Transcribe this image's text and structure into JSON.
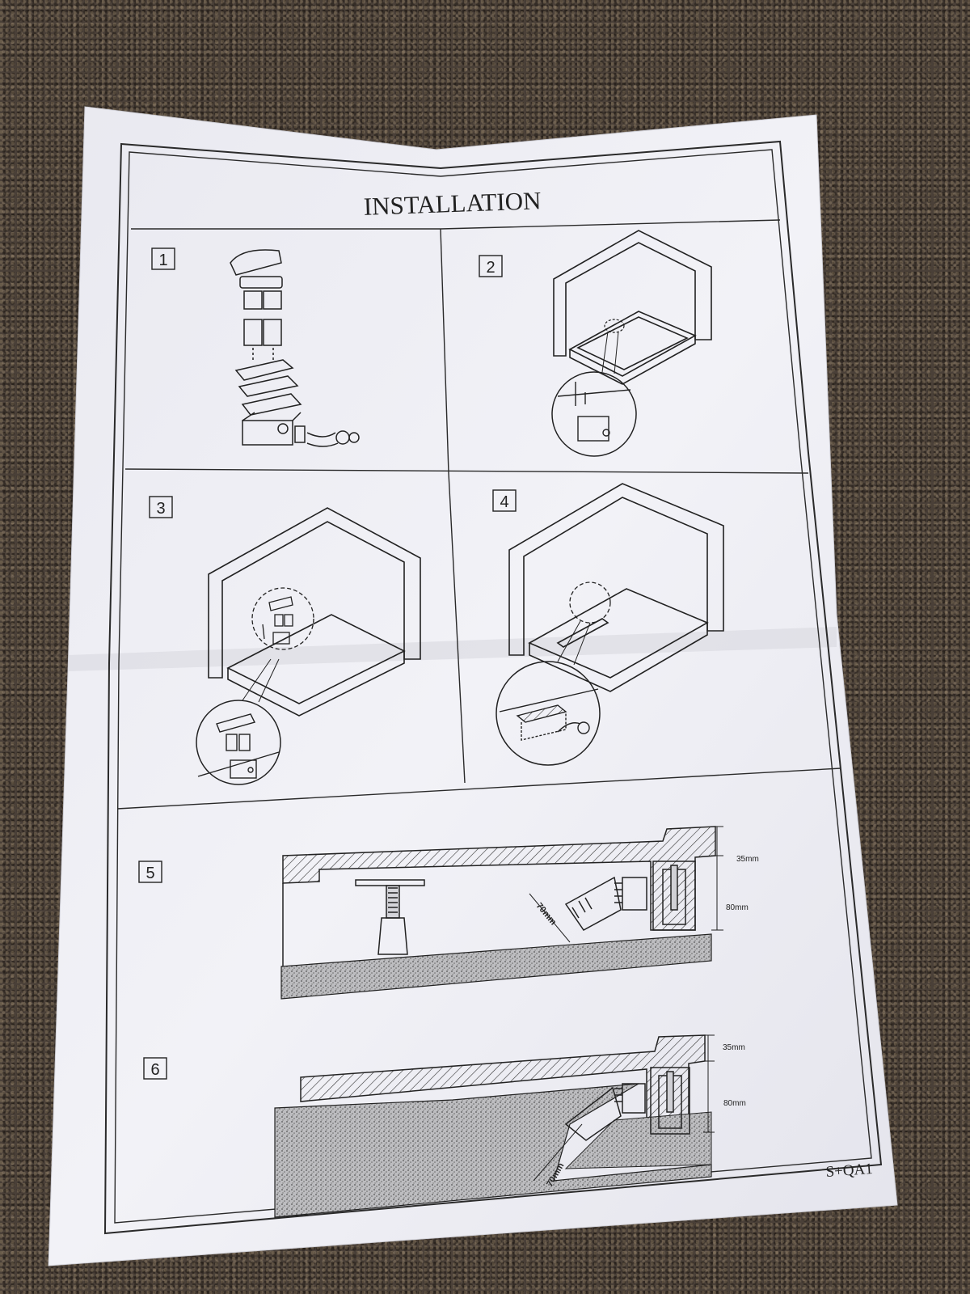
{
  "document": {
    "title": "INSTALLATION",
    "model_code": "S+QA1"
  },
  "steps": [
    {
      "number": "1"
    },
    {
      "number": "2"
    },
    {
      "number": "3"
    },
    {
      "number": "4"
    },
    {
      "number": "5"
    },
    {
      "number": "6"
    }
  ],
  "dimensions": {
    "step5": {
      "top": "35mm",
      "side": "80mm",
      "pipe": "70mm"
    },
    "step6": {
      "top": "35mm",
      "side": "80mm",
      "pipe": "70mm"
    }
  },
  "colors": {
    "paper": "#eeeef4",
    "ink": "#2a2a2a",
    "carpet": "#4a4038"
  }
}
